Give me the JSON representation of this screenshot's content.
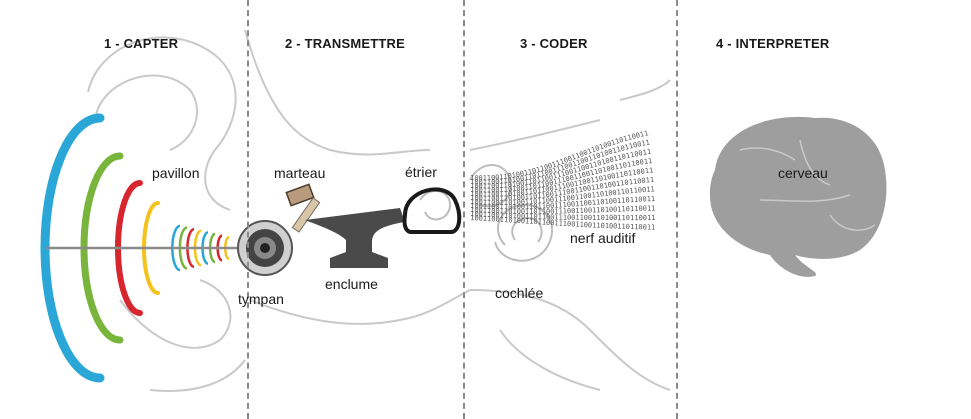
{
  "stages": [
    {
      "id": "capter",
      "label": "1 - CAPTER"
    },
    {
      "id": "transmettre",
      "label": "2 - TRANSMETTRE"
    },
    {
      "id": "coder",
      "label": "3 - CODER"
    },
    {
      "id": "interpreter",
      "label": "4 - INTERPRETER"
    }
  ],
  "labels": {
    "pavillon": "pavillon",
    "tympan": "tympan",
    "marteau": "marteau",
    "enclume": "enclume",
    "etrier": "étrier",
    "cochlee": "cochlée",
    "nerf": "nerf auditif",
    "cerveau": "cerveau"
  },
  "binary_stream": "1001100110100110110011",
  "colors": {
    "divider": "#8a8a8a",
    "ear_outline": "#c9c9c9",
    "brain": "#9e9e9e",
    "wave_blue": "#2aa7d6",
    "wave_green": "#79b53c",
    "wave_red": "#d7262d",
    "wave_yellow": "#f4c21b",
    "anvil": "#4a4a4a"
  }
}
